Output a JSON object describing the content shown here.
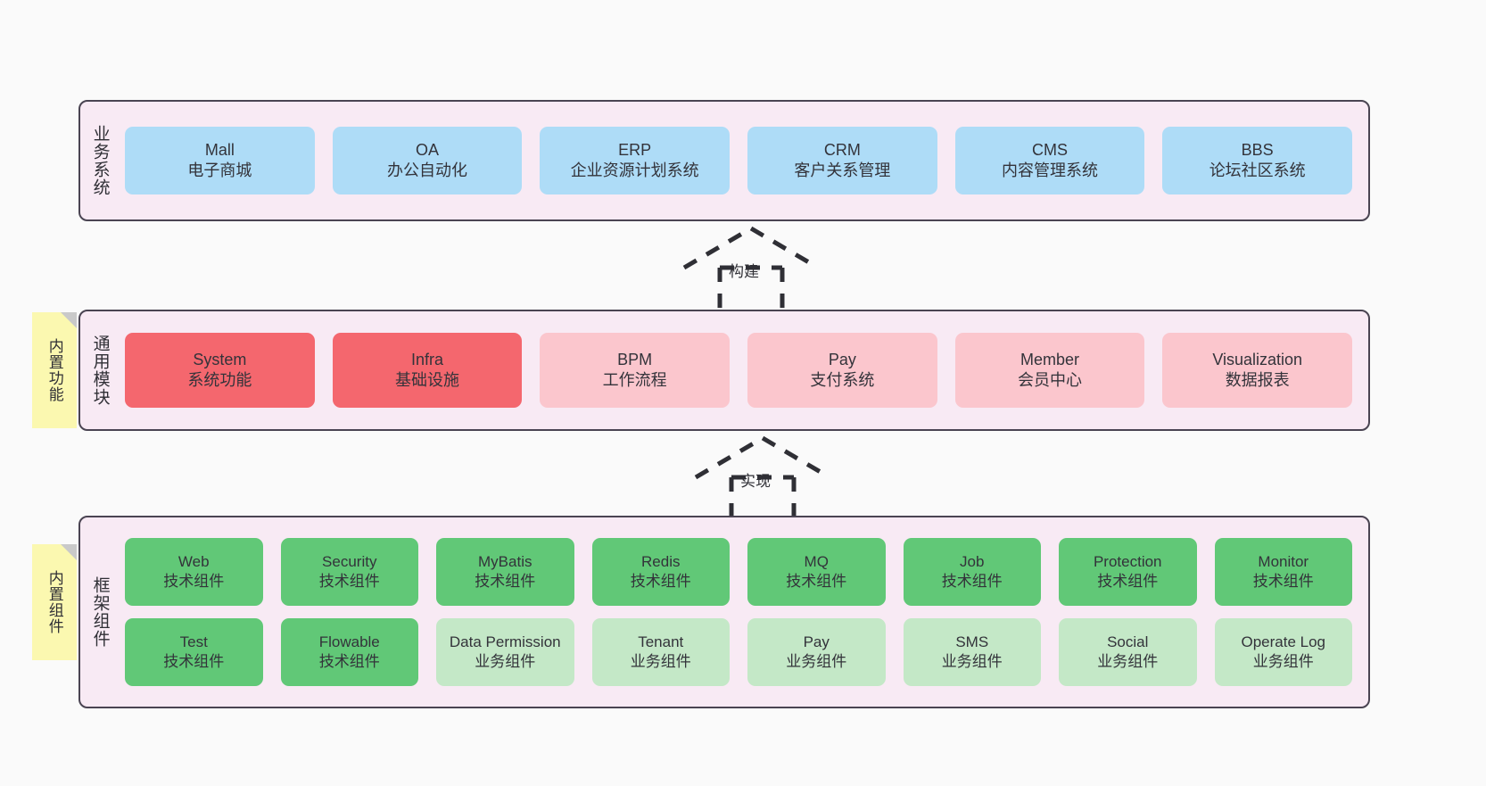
{
  "diagram": {
    "background_color": "#fafafa",
    "panel_fill": "#f8eaf4",
    "panel_border": "#4a4452",
    "note_fill": "#fbf8b0"
  },
  "notes": [
    {
      "text": "内置功能",
      "name": "note-built-in-functions"
    },
    {
      "text": "内置组件",
      "name": "note-built-in-components"
    }
  ],
  "connectors": [
    {
      "label": "构建",
      "style": "dashed-generalization-up",
      "from": "通用模块",
      "to": "业务系统"
    },
    {
      "label": "实现",
      "style": "dashed-generalization-up",
      "from": "框架组件",
      "to": "通用模块"
    }
  ],
  "layers": [
    {
      "title": "业务系统",
      "color": "#aedcf7",
      "rows": [
        [
          {
            "name": "Mall",
            "sub": "电子商城",
            "color": "#aedcf7"
          },
          {
            "name": "OA",
            "sub": "办公自动化",
            "color": "#aedcf7"
          },
          {
            "name": "ERP",
            "sub": "企业资源计划系统",
            "color": "#aedcf7"
          },
          {
            "name": "CRM",
            "sub": "客户关系管理",
            "color": "#aedcf7"
          },
          {
            "name": "CMS",
            "sub": "内容管理系统",
            "color": "#aedcf7"
          },
          {
            "name": "BBS",
            "sub": "论坛社区系统",
            "color": "#aedcf7"
          }
        ]
      ]
    },
    {
      "title": "通用模块",
      "color": "#fbc6cd",
      "rows": [
        [
          {
            "name": "System",
            "sub": "系统功能",
            "color": "#f4676e"
          },
          {
            "name": "Infra",
            "sub": "基础设施",
            "color": "#f4676e"
          },
          {
            "name": "BPM",
            "sub": "工作流程",
            "color": "#fbc6cd"
          },
          {
            "name": "Pay",
            "sub": "支付系统",
            "color": "#fbc6cd"
          },
          {
            "name": "Member",
            "sub": "会员中心",
            "color": "#fbc6cd"
          },
          {
            "name": "Visualization",
            "sub": "数据报表",
            "color": "#fbc6cd"
          }
        ]
      ]
    },
    {
      "title": "框架组件",
      "color": "#61c877",
      "rows": [
        [
          {
            "name": "Web",
            "sub": "技术组件",
            "color": "#61c877"
          },
          {
            "name": "Security",
            "sub": "技术组件",
            "color": "#61c877"
          },
          {
            "name": "MyBatis",
            "sub": "技术组件",
            "color": "#61c877"
          },
          {
            "name": "Redis",
            "sub": "技术组件",
            "color": "#61c877"
          },
          {
            "name": "MQ",
            "sub": "技术组件",
            "color": "#61c877"
          },
          {
            "name": "Job",
            "sub": "技术组件",
            "color": "#61c877"
          },
          {
            "name": "Protection",
            "sub": "技术组件",
            "color": "#61c877"
          },
          {
            "name": "Monitor",
            "sub": "技术组件",
            "color": "#61c877"
          }
        ],
        [
          {
            "name": "Test",
            "sub": "技术组件",
            "color": "#61c877"
          },
          {
            "name": "Flowable",
            "sub": "技术组件",
            "color": "#61c877"
          },
          {
            "name": "Data Permission",
            "sub": "业务组件",
            "color": "#c4e8c7"
          },
          {
            "name": "Tenant",
            "sub": "业务组件",
            "color": "#c4e8c7"
          },
          {
            "name": "Pay",
            "sub": "业务组件",
            "color": "#c4e8c7"
          },
          {
            "name": "SMS",
            "sub": "业务组件",
            "color": "#c4e8c7"
          },
          {
            "name": "Social",
            "sub": "业务组件",
            "color": "#c4e8c7"
          },
          {
            "name": "Operate Log",
            "sub": "业务组件",
            "color": "#c4e8c7"
          }
        ]
      ]
    }
  ]
}
